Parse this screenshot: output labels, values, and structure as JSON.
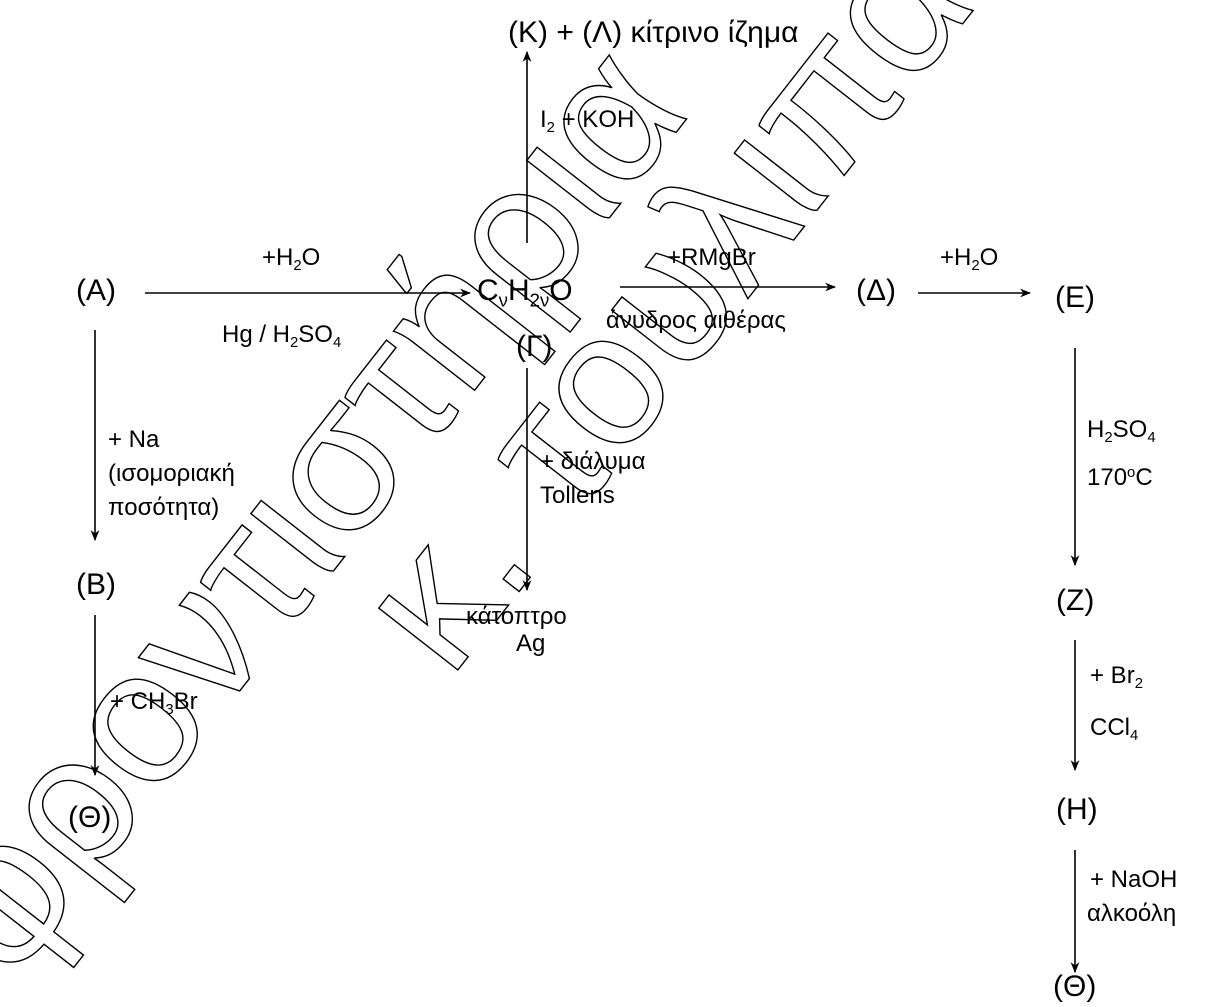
{
  "nodes": {
    "A": "(A)",
    "G_formula_C": "C",
    "G_formula_sub_v": "ν",
    "G_formula_H": "H",
    "G_formula_sub_2v": "2ν",
    "G_formula_O": "O",
    "G": "(Γ)",
    "K_L": "(Κ) + (Λ) κίτρινο ίζημα",
    "D": "(Δ)",
    "E": "(Ε)",
    "B": "(Β)",
    "Th_left": "(Θ)",
    "mirror": "κάτοπτρο",
    "Ag": "Ag",
    "Z": "(Ζ)",
    "H": "(Η)",
    "Th_right": "(Θ)"
  },
  "reagents": {
    "A_to_G_top": {
      "a": "+H",
      "sub": "2",
      "b": "O"
    },
    "A_to_G_bottom": {
      "a": "Hg / H",
      "sub1": "2",
      "b": "SO",
      "sub2": "4"
    },
    "G_to_KL": {
      "a": "I",
      "sub": "2",
      "b": " + KOH"
    },
    "G_to_D_top": "+RMgBr",
    "G_to_D_bottom": "άνυδρος αιθέρας",
    "D_to_E": {
      "a": "+H",
      "sub": "2",
      "b": "O"
    },
    "A_to_B_1": "+ Na",
    "A_to_B_2": "(ισομοριακή",
    "A_to_B_3": "ποσότητα)",
    "G_tollens_1": "+ διάλυμα",
    "G_tollens_2": "Tollens",
    "B_to_Th": {
      "a": "+ CH",
      "sub": "3",
      "b": "Br"
    },
    "E_to_Z_1": {
      "a": "H",
      "sub1": "2",
      "b": "SO",
      "sub2": "4"
    },
    "E_to_Z_2": {
      "a": "170",
      "sup": "o",
      "b": "C"
    },
    "Z_to_H_1": {
      "a": "+ Br",
      "sub": "2"
    },
    "Z_to_H_2": {
      "a": "CCl",
      "sub": "4"
    },
    "H_to_Th_1": "+ NaOH",
    "H_to_Th_2": "αλκοόλη"
  },
  "watermark": {
    "line1": "φροντιστήρια",
    "line2": "κ. τουλιπα"
  }
}
